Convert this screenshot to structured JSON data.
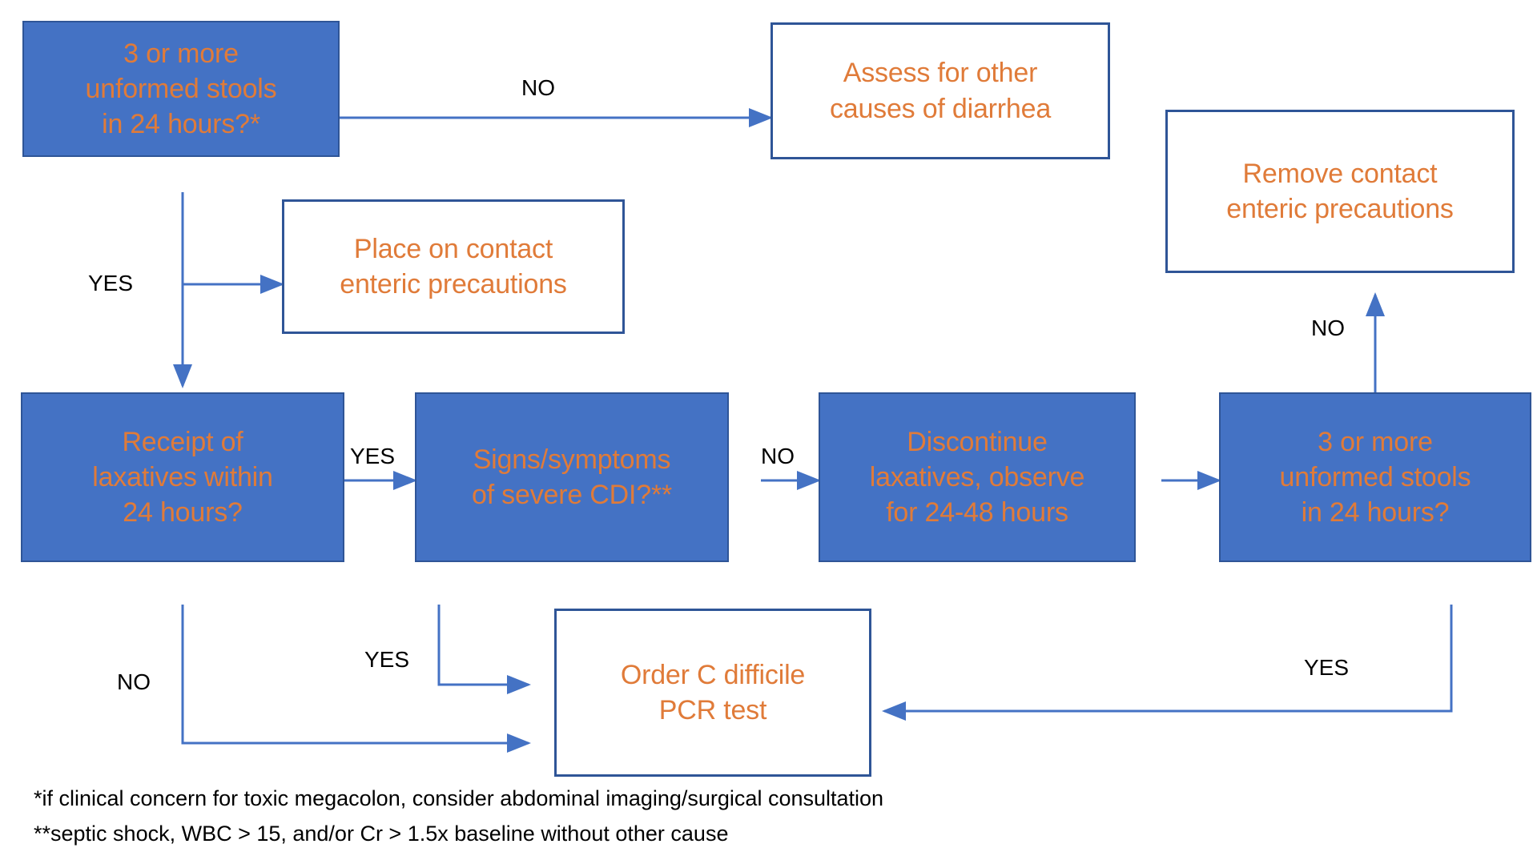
{
  "diagram": {
    "title_colors": {
      "node_fill": "#4472C4",
      "node_border": "#2F5597",
      "node_text": "#E07B39",
      "edge_line": "#4472C4",
      "label_text": "#000000",
      "background": "#FFFFFF"
    },
    "nodes": [
      {
        "id": "stools-24h-initial",
        "label": "3 or more\nunformed stools\nin 24 hours?*",
        "style": "filled"
      },
      {
        "id": "assess-other-causes",
        "label": "Assess for other\ncauses of diarrhea",
        "style": "outline"
      },
      {
        "id": "place-contact-precautions",
        "label": "Place on contact\nenteric precautions",
        "style": "outline"
      },
      {
        "id": "remove-contact-precautions",
        "label": "Remove contact\nenteric precautions",
        "style": "outline"
      },
      {
        "id": "receipt-laxatives",
        "label": "Receipt of\nlaxatives within\n24 hours?",
        "style": "filled"
      },
      {
        "id": "severe-cdi",
        "label": "Signs/symptoms\nof severe CDI?**",
        "style": "filled"
      },
      {
        "id": "discontinue-laxatives",
        "label": "Discontinue\nlaxatives, observe\nfor 24-48 hours",
        "style": "filled"
      },
      {
        "id": "stools-24h-recheck",
        "label": "3 or more\nunformed stools\nin 24 hours?",
        "style": "filled"
      },
      {
        "id": "order-pcr-test",
        "label": "Order C difficile\nPCR test",
        "style": "outline"
      }
    ],
    "edge_labels": [
      {
        "id": "no-top",
        "text": "NO"
      },
      {
        "id": "yes-initial",
        "text": "YES"
      },
      {
        "id": "yes-laxatives",
        "text": "YES"
      },
      {
        "id": "no-severe-cdi",
        "text": "NO"
      },
      {
        "id": "no-recheck",
        "text": "NO"
      },
      {
        "id": "no-laxatives",
        "text": "NO"
      },
      {
        "id": "yes-severe-cdi",
        "text": "YES"
      },
      {
        "id": "yes-recheck",
        "text": "YES"
      }
    ],
    "footnotes": {
      "line1": "*if clinical concern for toxic megacolon, consider abdominal imaging/surgical consultation",
      "line2": "**septic shock, WBC > 15, and/or Cr > 1.5x baseline without other cause"
    }
  }
}
